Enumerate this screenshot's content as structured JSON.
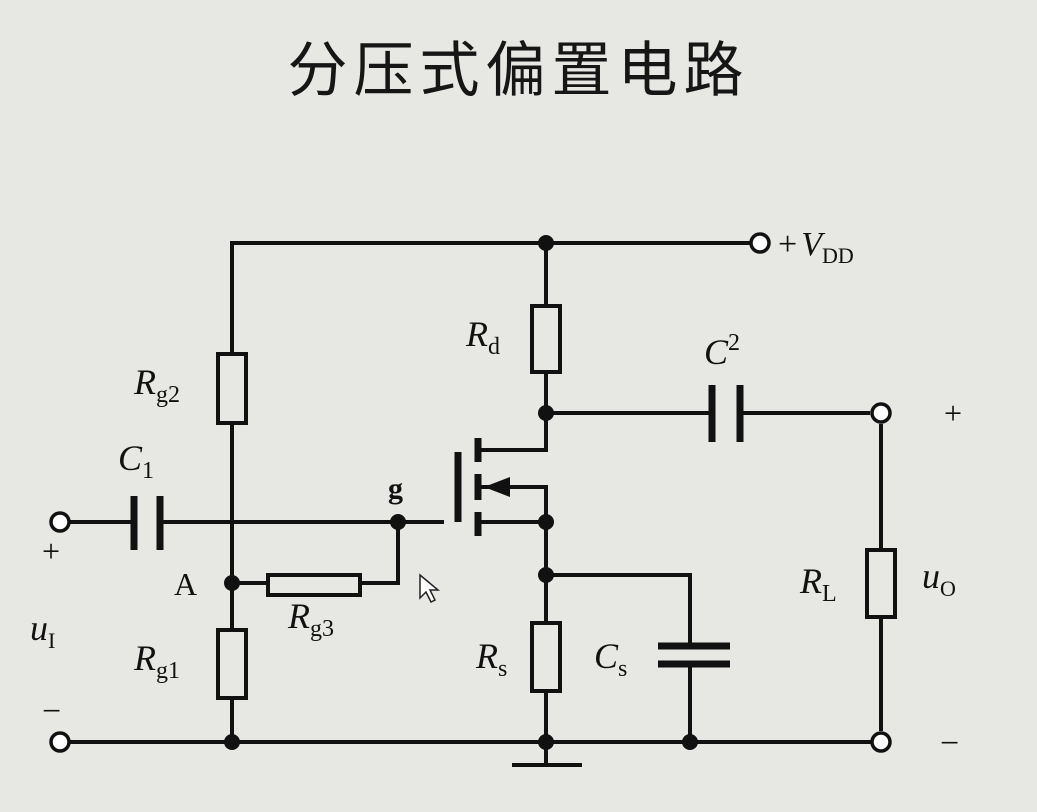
{
  "title": "分压式偏置电路",
  "labels": {
    "vdd_prefix": "+",
    "vdd_main": "V",
    "vdd_sub": "DD",
    "rd_main": "R",
    "rd_sub": "d",
    "rg2_main": "R",
    "rg2_sub": "g2",
    "rg1_main": "R",
    "rg1_sub": "g1",
    "rg3_main": "R",
    "rg3_sub": "g3",
    "rs_main": "R",
    "rs_sub": "s",
    "rl_main": "R",
    "rl_sub": "L",
    "c1_main": "C",
    "c1_sub": "1",
    "c2_main": "C",
    "c2_sub": "2",
    "cs_main": "C",
    "cs_sub": "s",
    "gate": "g",
    "node_a": "A",
    "ui_main": "u",
    "ui_sub": "I",
    "uo_main": "u",
    "uo_sub": "O",
    "in_plus": "+",
    "in_minus": "−",
    "out_plus": "+",
    "out_minus": "−"
  }
}
